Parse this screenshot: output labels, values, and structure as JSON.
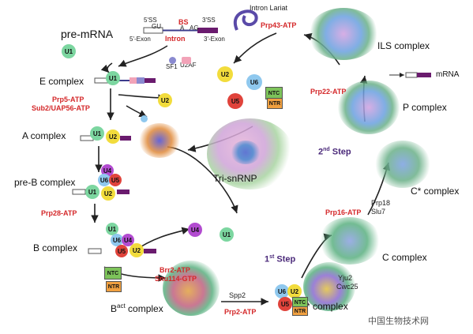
{
  "premrna": {
    "label": "pre-mRNA",
    "ss5": "5'SS",
    "gu": "GU",
    "bs": "BS",
    "a": "A",
    "ag": "AG",
    "ss3": "3'SS",
    "exon5": "5'-Exon",
    "intron": "Intron",
    "exon3": "3'-Exon"
  },
  "factors": {
    "u1": "U1",
    "u2": "U2",
    "u4": "U4",
    "u5": "U5",
    "u6": "U6",
    "u2af": "U2AF",
    "sf1": "SF1",
    "ntc": "NTC",
    "ntr": "NTR",
    "trisnrnp": "Tri-snRNP",
    "prp18": "Prp18",
    "slu7": "Slu7",
    "yju2": "Yju2",
    "cwc25": "Cwc25",
    "spp2": "Spp2",
    "intron_lariat": "Intron Lariat",
    "mrna": "mRNA"
  },
  "complexes": {
    "e": "E complex",
    "a": "A complex",
    "preb": "pre-B complex",
    "b": "B complex",
    "bact_b": "B",
    "bact_sup": "act",
    "bact_rest": " complex",
    "bstar": "B* complex",
    "c": "C complex",
    "cstar": "C* complex",
    "p": "P complex",
    "ils": "ILS complex"
  },
  "atpases": {
    "prp5": "Prp5-ATP",
    "sub2": "Sub2/UAP56-ATP",
    "prp28": "Prp28-ATP",
    "brr2": "Brr2-ATP",
    "snu114": "Snu114-GTP",
    "prp2": "Prp2-ATP",
    "prp16": "Prp16-ATP",
    "prp22": "Prp22-ATP",
    "prp43": "Prp43-ATP"
  },
  "steps": {
    "first_num": "1",
    "first_sup": "st",
    "first_word": " Step",
    "second_num": "2",
    "second_sup": "nd",
    "second_word": " Step"
  },
  "watermark": "中国生物技术网",
  "colors": {
    "u1": "#7cd6a0",
    "u2": "#f2dc3c",
    "u4": "#b24bd0",
    "u5": "#e0433b",
    "u6": "#8fc8ee",
    "ntc": "#7dc35a",
    "ntr": "#f0a040",
    "atpase_red": "#d4282a",
    "step_purple": "#4b2a7a",
    "exon_purple": "#6a1b6e"
  }
}
